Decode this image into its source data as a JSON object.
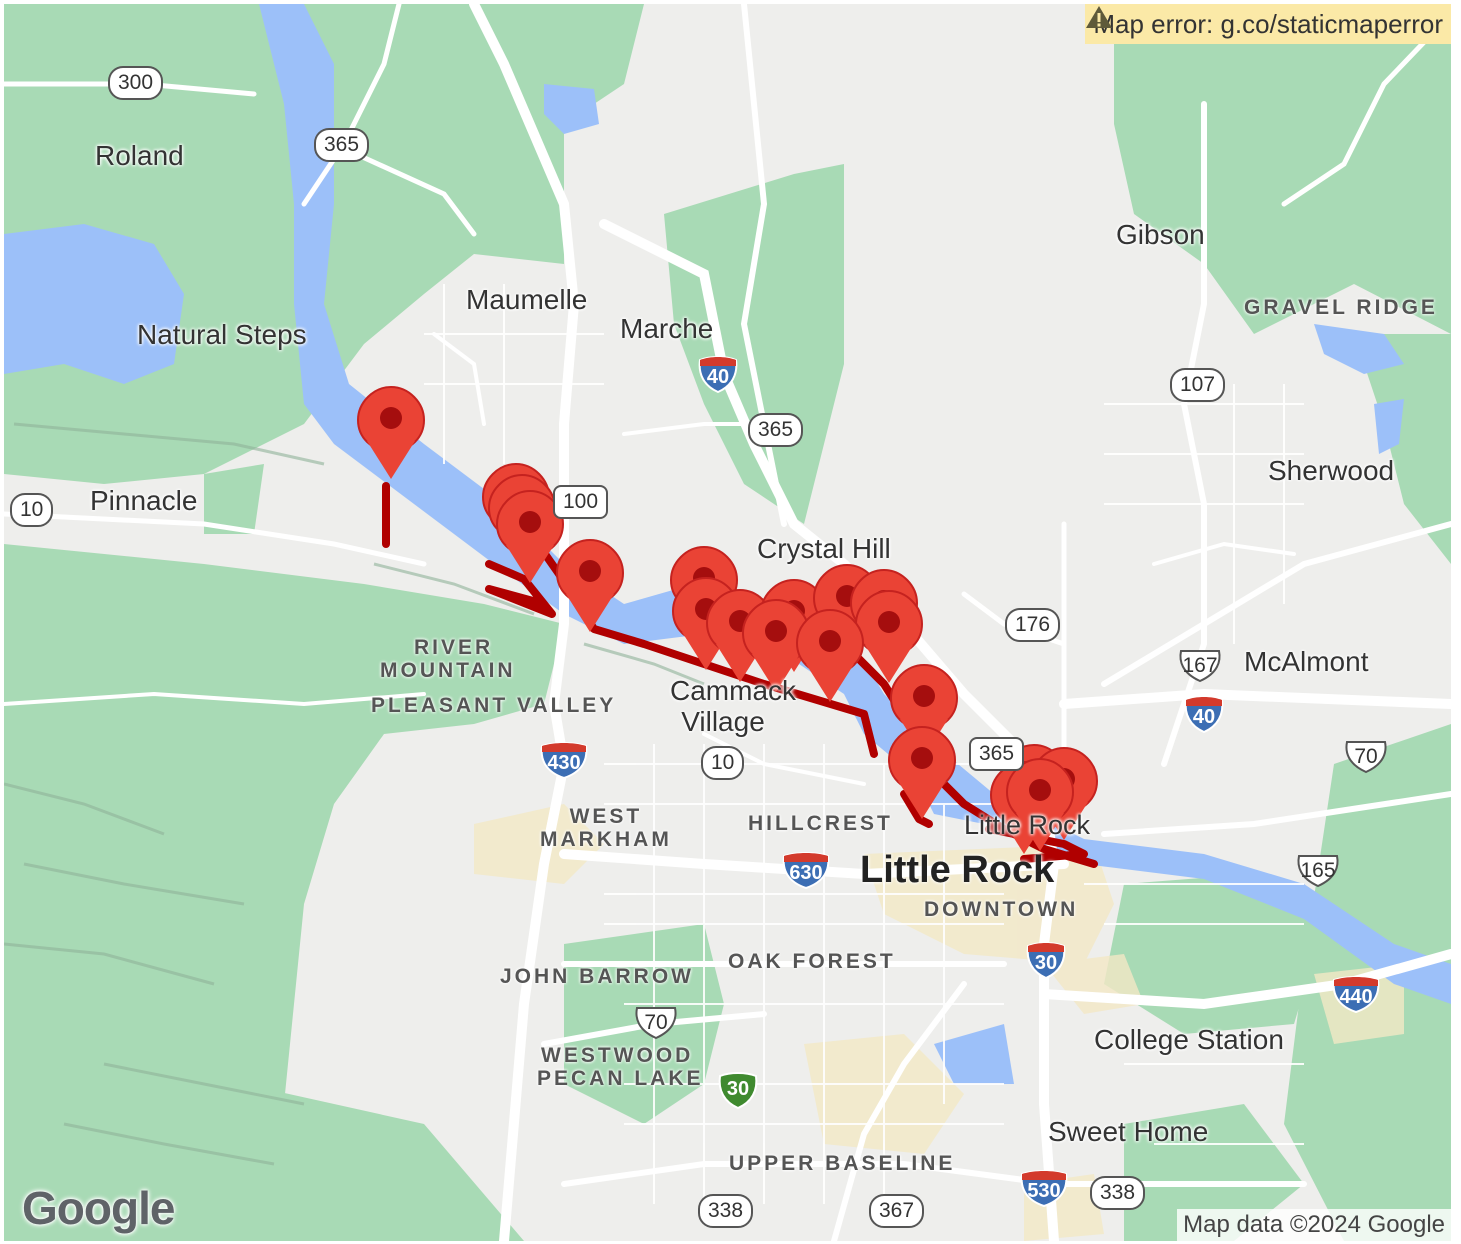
{
  "map": {
    "colors": {
      "land": "#eeeeec",
      "park": "#a8dab5",
      "water": "#9cc0f9",
      "road": "#ffffff",
      "urban": "#f3e8c6",
      "route": "#b00000",
      "marker": "#ea4335",
      "marker_dot": "#a50e0e",
      "interstate": "#3c6eb4",
      "interstate_top": "#d33a2c"
    },
    "places": {
      "roland": "Roland",
      "natural_steps": "Natural Steps",
      "pinnacle": "Pinnacle",
      "maumelle": "Maumelle",
      "marche": "Marche",
      "gibson": "Gibson",
      "gravel_ridge": "GRAVEL RIDGE",
      "sherwood": "Sherwood",
      "crystal_hill": "Crystal Hill",
      "mcalmont": "McAlmont",
      "river_mountain_1": "RIVER",
      "river_mountain_2": "MOUNTAIN",
      "pleasant_valley": "PLEASANT VALLEY",
      "cammack_1": "Cammack",
      "cammack_2": "Village",
      "west_markham_1": "WEST",
      "west_markham_2": "MARKHAM",
      "hillcrest": "HILLCREST",
      "little_rock": "Little Rock",
      "downtown": "DOWNTOWN",
      "north_little_rock": "Little Rock",
      "john_barrow": "JOHN BARROW",
      "oak_forest": "OAK FOREST",
      "westwood": "WESTWOOD",
      "pecan_lake": "PECAN LAKE",
      "college_station": "College Station",
      "sweet_home": "Sweet Home",
      "upper_baseline": "UPPER BASELINE"
    },
    "shields": {
      "s300": "300",
      "s365a": "365",
      "s10a": "10",
      "s100": "100",
      "i40a": "40",
      "s365b": "365",
      "s107": "107",
      "s176": "176",
      "us167": "167",
      "i40b": "40",
      "s365c": "365",
      "us70a": "70",
      "i430": "430",
      "s10b": "10",
      "i630": "630",
      "us165": "165",
      "i30": "30",
      "i440": "440",
      "us70b": "70",
      "g30": "30",
      "i530": "530",
      "s338a": "338",
      "s338b": "338",
      "s367": "367"
    },
    "error_banner": {
      "icon": "warning-icon",
      "text": "Map error: g.co/staticmaperror"
    },
    "attribution": "Map data ©2024 Google",
    "logo": "Google"
  }
}
